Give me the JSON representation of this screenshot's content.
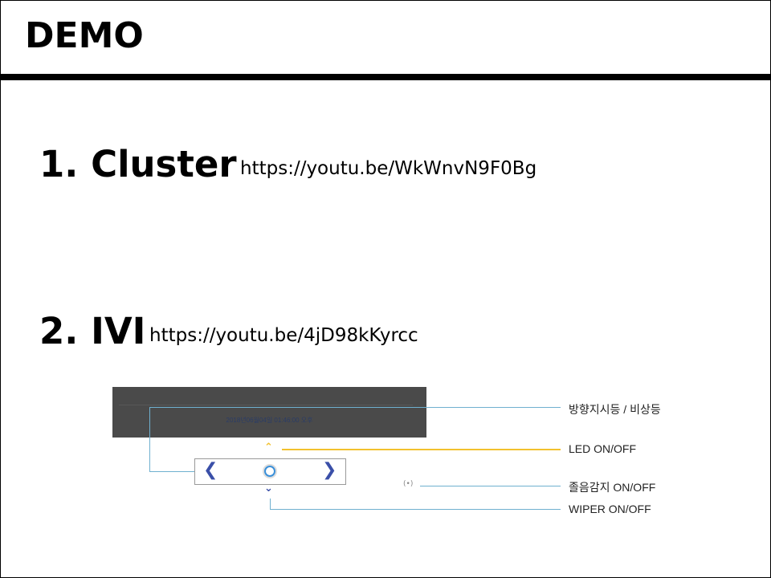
{
  "slide": {
    "title": "DEMO",
    "items": [
      {
        "heading": "1. Cluster",
        "url": "https://youtu.be/WkWnvN9F0Bg"
      },
      {
        "heading": "2. IVI",
        "url": "https://youtu.be/4jD98kKyrcc"
      }
    ],
    "diagram": {
      "datetime": "2018년06월04일 01:46:00 오후",
      "labels": [
        "방향지시등 / 비상등",
        "LED ON/OFF",
        "졸음감지 ON/OFF",
        "WIPER ON/OFF"
      ],
      "colors": {
        "panel": "#4a4a4a",
        "blue_line": "#6fb0cf",
        "yellow_line": "#f2c12e",
        "arrow": "#3a4fa8"
      }
    }
  }
}
